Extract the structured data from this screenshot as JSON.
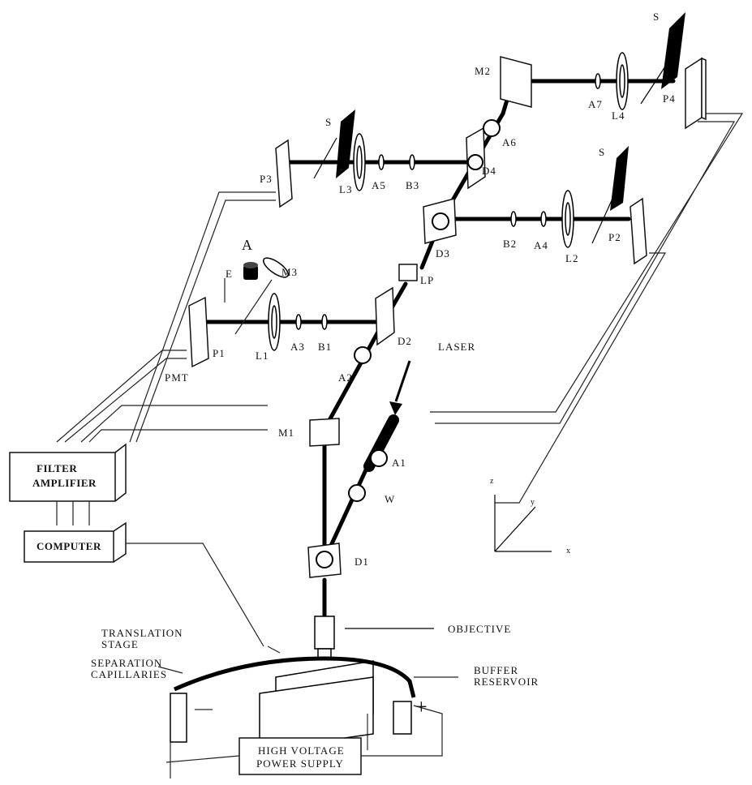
{
  "labels": {
    "s1": "S",
    "s2": "S",
    "s3": "S",
    "m2": "M2",
    "a7": "A7",
    "l4": "L4",
    "p4": "P4",
    "a6": "A6",
    "p3": "P3",
    "l3": "L3",
    "a5": "A5",
    "b3": "B3",
    "d4": "D4",
    "d3": "D3",
    "b2": "B2",
    "a4": "A4",
    "l2": "L2",
    "p2": "P2",
    "lp": "LP",
    "eye": "A",
    "e": "E",
    "m3": "M3",
    "p1": "P1",
    "l1": "L1",
    "a3": "A3",
    "b1": "B1",
    "d2": "D2",
    "pmt": "PMT",
    "a2": "A2",
    "laser": "LASER",
    "m1": "M1",
    "a1": "A1",
    "w": "W",
    "d1": "D1",
    "axis_z": "z",
    "axis_y": "y",
    "axis_x": "x",
    "objective": "OBJECTIVE",
    "translation": "TRANSLATION",
    "stage": "STAGE",
    "separation": "SEPARATION",
    "capillaries": "CAPILLARIES",
    "buffer": "BUFFER",
    "reservoir": "RESERVOIR",
    "minus": "—",
    "plus": "+",
    "filter": "FILTER",
    "amplifier": "AMPLIFIER",
    "computer": "COMPUTER",
    "hv1": "HIGH VOLTAGE",
    "hv2": "POWER SUPPLY"
  }
}
